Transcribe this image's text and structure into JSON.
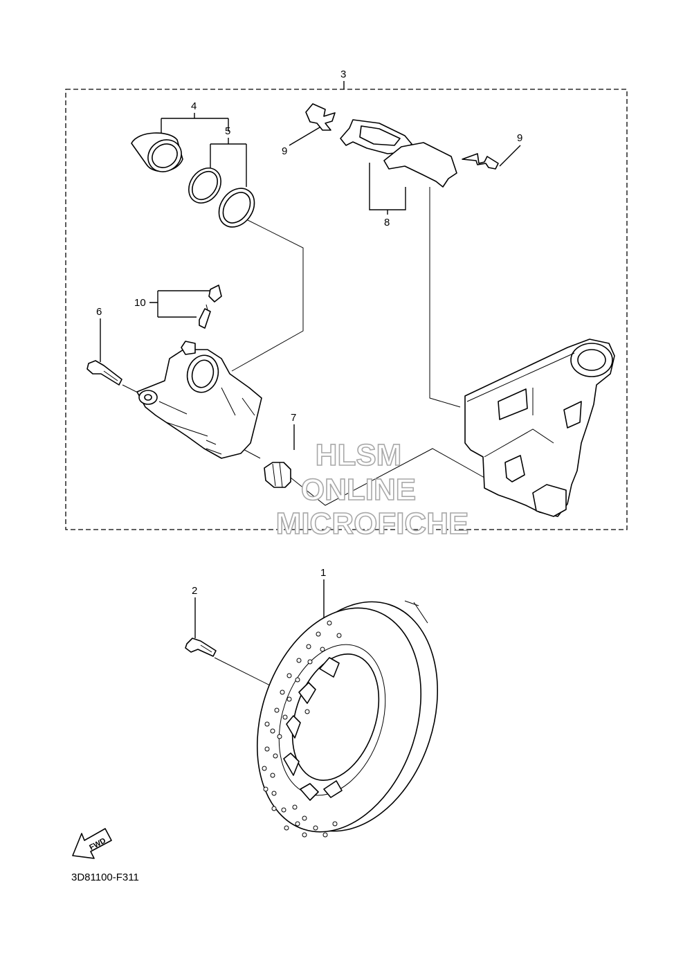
{
  "diagram": {
    "callouts": {
      "c1": "1",
      "c2": "2",
      "c3": "3",
      "c4": "4",
      "c5": "5",
      "c6": "6",
      "c7": "7",
      "c8": "8",
      "c9a": "9",
      "c9b": "9",
      "c10": "10"
    },
    "figure_code": "3D81100-F311",
    "fwd_label": "FWD",
    "watermark": [
      "HLSM",
      "ONLINE",
      "MICROFICHE"
    ]
  }
}
